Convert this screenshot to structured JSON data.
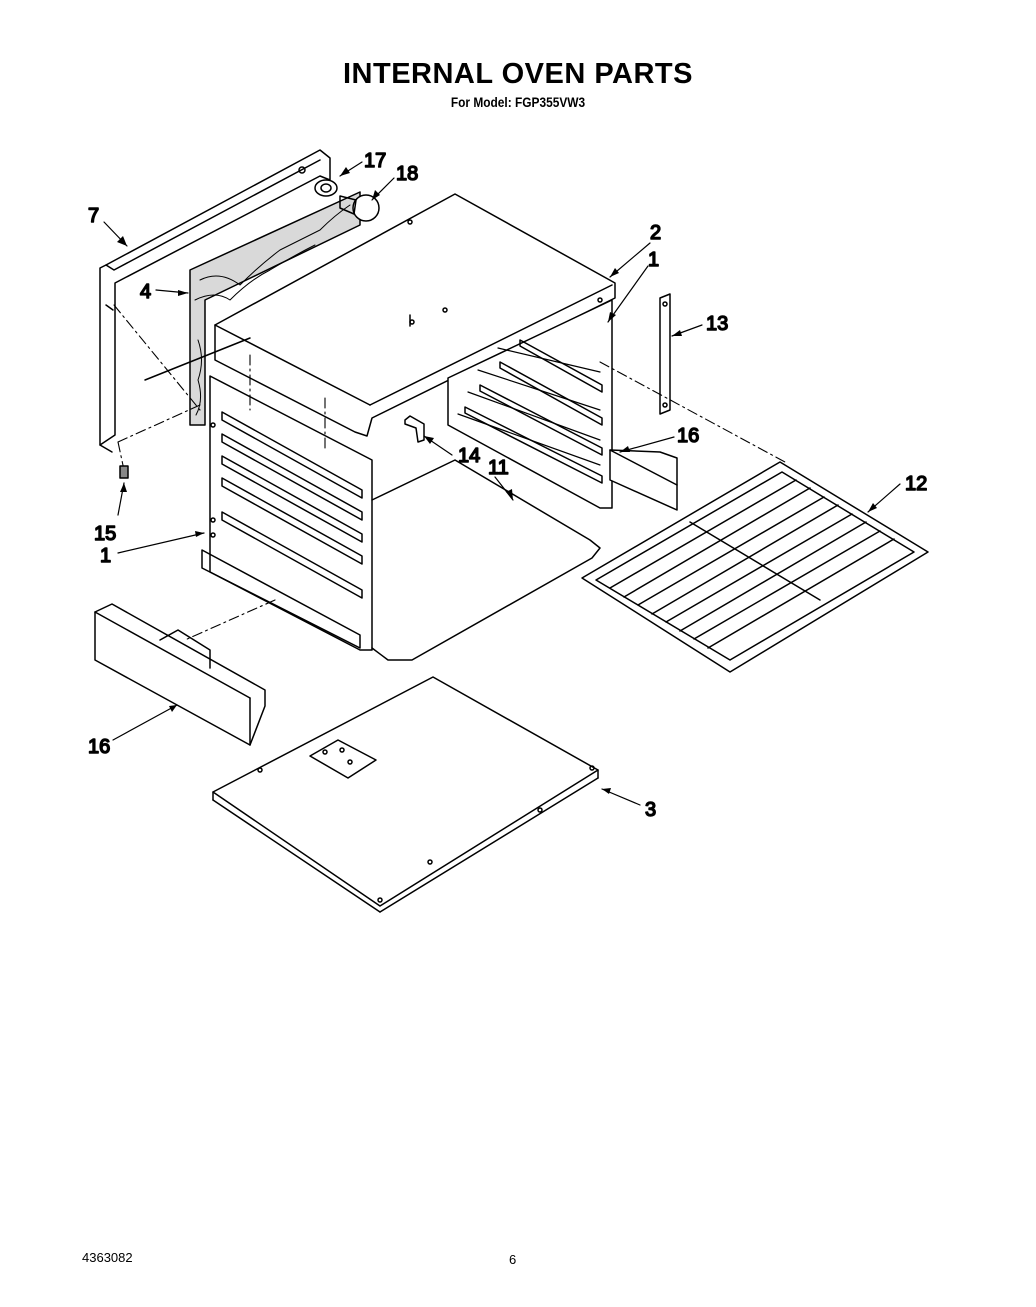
{
  "header": {
    "title": "INTERNAL OVEN PARTS",
    "subtitle": "For Model: FGP355VW3"
  },
  "callouts": {
    "c7": "7",
    "c17": "17",
    "c18": "18",
    "c2": "2",
    "c1_top": "1",
    "c13": "13",
    "c4": "4",
    "c16_right": "16",
    "c14": "14",
    "c11": "11",
    "c12": "12",
    "c15": "15",
    "c1_left": "1",
    "c16_left": "16",
    "c3": "3"
  },
  "footer": {
    "doc_number": "4363082",
    "page_number": "6"
  }
}
